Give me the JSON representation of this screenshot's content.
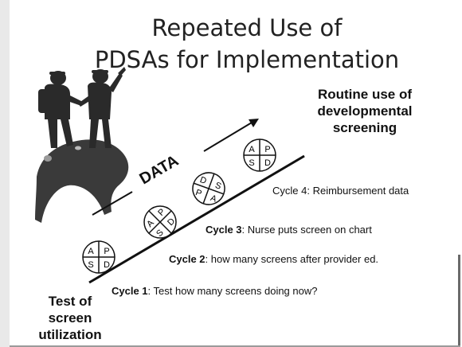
{
  "title": {
    "line1": "Repeated Use of",
    "line2": "PDSAs for Implementation"
  },
  "routine_label": {
    "line1": "Routine use of",
    "line2": "developmental",
    "line3": "screening"
  },
  "start_label": {
    "line1": "Test of",
    "line2": "screen",
    "line3": "utilization"
  },
  "arrow_label": "DATA",
  "cycles": [
    {
      "name": "Cycle 1",
      "text": ": Test how many screens doing now?"
    },
    {
      "name": "Cycle 2",
      "text": ": how many screens after provider ed."
    },
    {
      "name": "Cycle 3",
      "text": ": Nurse puts screen on chart"
    },
    {
      "name": "Cycle 4",
      "text": ": Reimbursement data"
    }
  ],
  "pdsa_wheels": [
    {
      "quadrants": [
        "A",
        "P",
        "S",
        "D"
      ]
    },
    {
      "quadrants": [
        "A",
        "P",
        "S",
        "D"
      ]
    },
    {
      "quadrants": [
        "D",
        "S",
        "P",
        "A"
      ]
    },
    {
      "quadrants": [
        "A",
        "P",
        "S",
        "D"
      ]
    }
  ],
  "colors": {
    "ink": "#111111",
    "figure": "#2a2a2a",
    "mountain": "#3a3a3a"
  }
}
